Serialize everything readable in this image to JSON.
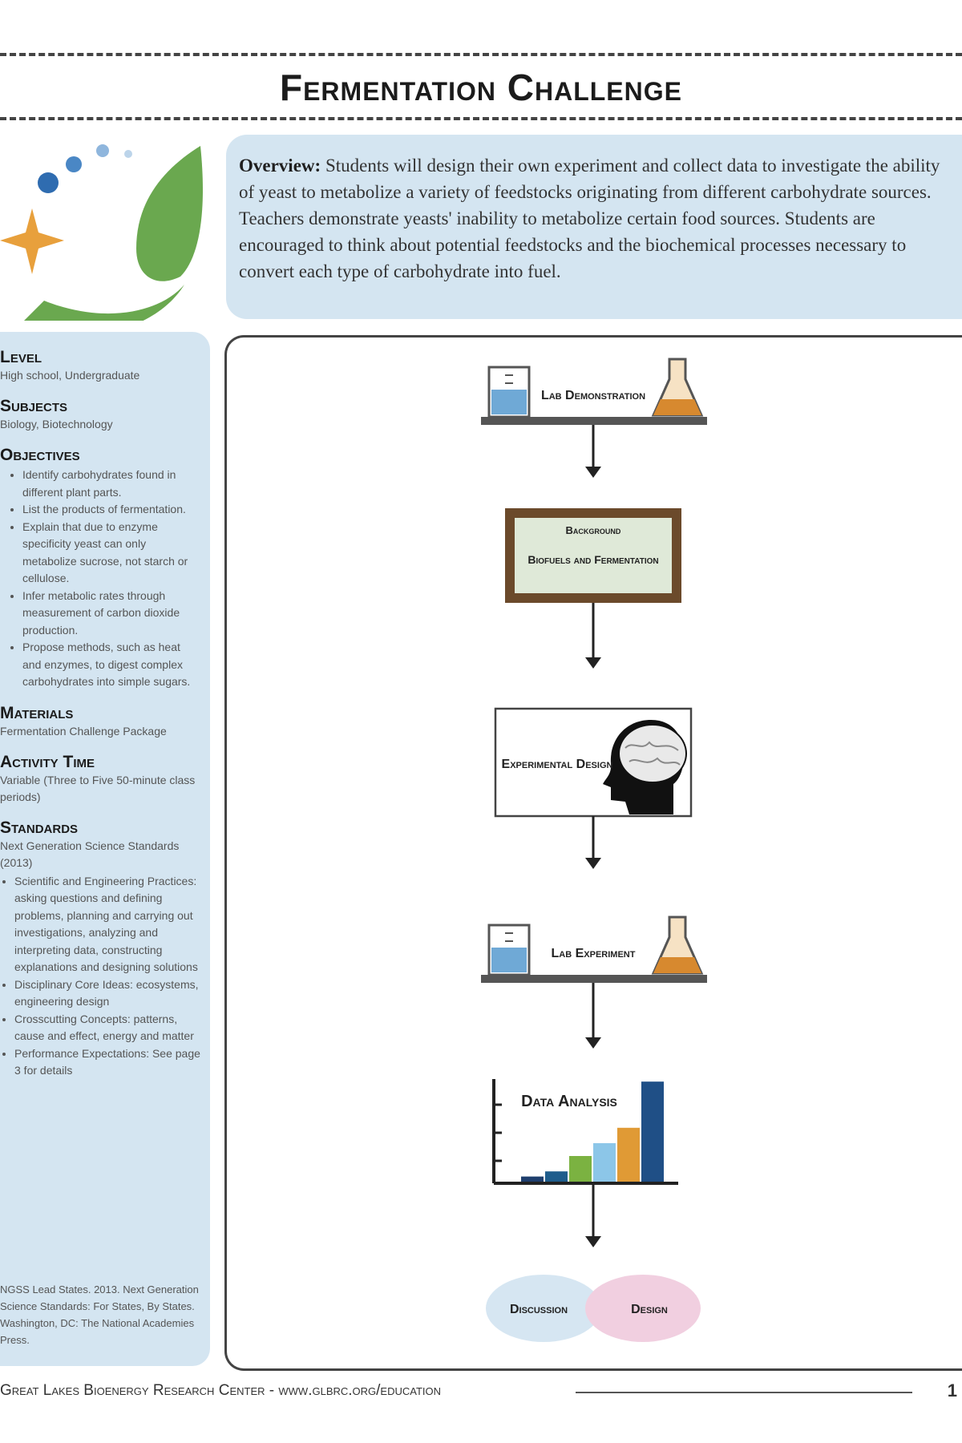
{
  "title": "Fermentation Challenge",
  "overview": {
    "label": "Overview:",
    "text": "Students will design their own experiment and collect data to investigate the ability of yeast to metabolize a variety of feedstocks originating from different carbohydrate sources. Teachers demonstrate yeasts' inability to metabolize certain food sources. Students are encouraged to think about potential feedstocks and the biochemical processes necessary to convert each type of carbohydrate into fuel."
  },
  "sidebar": {
    "level": {
      "heading": "Level",
      "value": "High school, Undergraduate"
    },
    "subjects": {
      "heading": "Subjects",
      "value": "Biology, Biotechnology"
    },
    "objectives": {
      "heading": "Objectives",
      "items": [
        "Identify carbohydrates found in different plant parts.",
        "List the products of fermentation.",
        "Explain that due to enzyme specificity yeast can only metabolize sucrose, not starch or cellulose.",
        "Infer metabolic rates through measurement of carbon dioxide production.",
        "Propose methods, such as heat and enzymes, to digest complex carbohydrates into simple sugars."
      ]
    },
    "materials": {
      "heading": "Materials",
      "value": "Fermentation Challenge Package"
    },
    "activity_time": {
      "heading": "Activity Time",
      "value": "Variable (Three to Five 50-minute class periods)"
    },
    "standards": {
      "heading": "Standards",
      "intro": "Next Generation Science Standards (2013)",
      "items": [
        "Scientific and Engineering Practices: asking questions and defining problems, planning and carrying out investigations, analyzing and interpreting data, constructing explanations and designing solutions",
        "Disciplinary Core Ideas: ecosystems, engineering design",
        "Crosscutting Concepts: patterns, cause and effect, energy and matter",
        "Performance Expectations: See page 3 for details"
      ]
    },
    "citation": "NGSS Lead States. 2013. Next Generation Science Standards: For States, By States. Washington, DC: The National Academies Press."
  },
  "flowchart": {
    "steps": {
      "lab_demo": "Lab Demonstration",
      "background": "Background",
      "biofuels": "Biofuels and Fermentation",
      "design": "Experimental Design",
      "lab_experiment": "Lab Experiment",
      "data_analysis": "Data Analysis",
      "discussion": "Discussion",
      "design_bubble": "Design"
    },
    "colors": {
      "bar_colors": [
        "#1f3f6e",
        "#1f5d8c",
        "#7bb241",
        "#8cc6e8",
        "#e09a35",
        "#1f4f86"
      ],
      "discussion_bubble": "#d6e6f2",
      "design_bubble": "#f1cfe0",
      "chalkboard": "#dfe9d8",
      "frame": "#6b4a2b"
    }
  },
  "footer": {
    "text": "Great Lakes Bioenergy Research Center - www.glbrc.org/education",
    "page": "1"
  }
}
